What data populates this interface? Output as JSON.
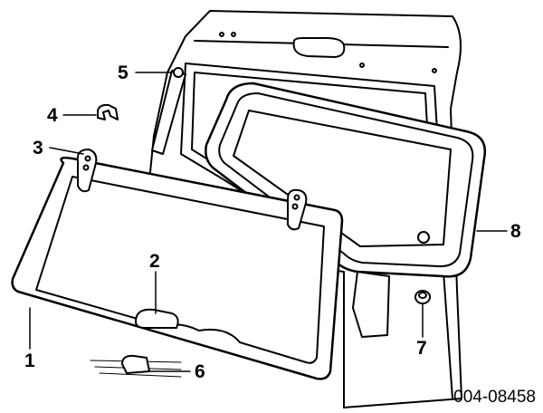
{
  "callouts": {
    "c1": "1",
    "c2": "2",
    "c3": "3",
    "c4": "4",
    "c5": "5",
    "c6": "6",
    "c7": "7",
    "c8": "8"
  },
  "diagram_id": "004-08458"
}
